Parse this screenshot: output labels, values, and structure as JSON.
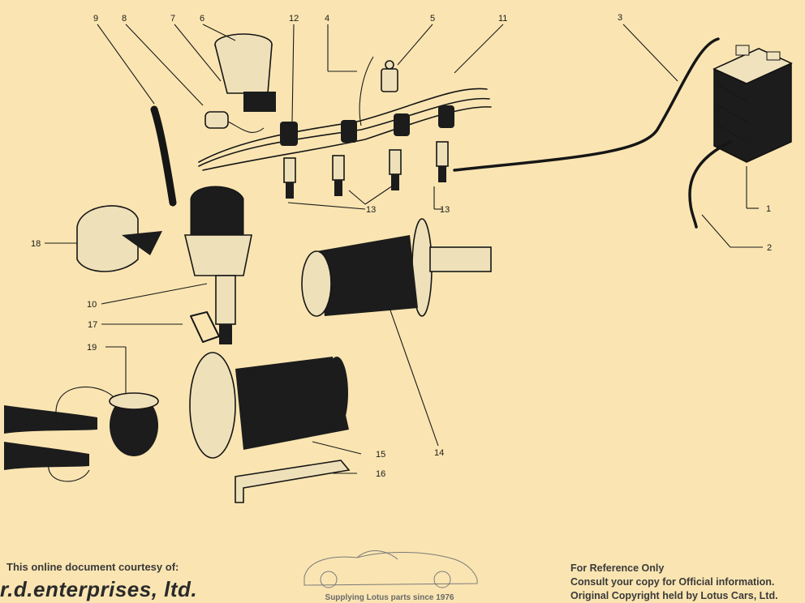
{
  "callouts": {
    "c1": "1",
    "c2": "2",
    "c3": "3",
    "c4": "4",
    "c5": "5",
    "c6": "6",
    "c7": "7",
    "c8": "8",
    "c9": "9",
    "c10": "10",
    "c11": "11",
    "c12": "12",
    "c13a": "13",
    "c13b": "13",
    "c14": "14",
    "c15": "15",
    "c16": "16",
    "c17": "17",
    "c18": "18",
    "c19": "19"
  },
  "footer": {
    "courtesy": "This online document courtesy of:",
    "company": "r.d.enterprises, ltd.",
    "tagline": "Supplying Lotus parts since 1976",
    "reference_line1": "For Reference Only",
    "reference_line2": "Consult your copy for Official information.",
    "reference_line3": "Original Copyright held by Lotus Cars, Ltd."
  },
  "colors": {
    "background": "#fae5b2",
    "ink": "#161616"
  }
}
